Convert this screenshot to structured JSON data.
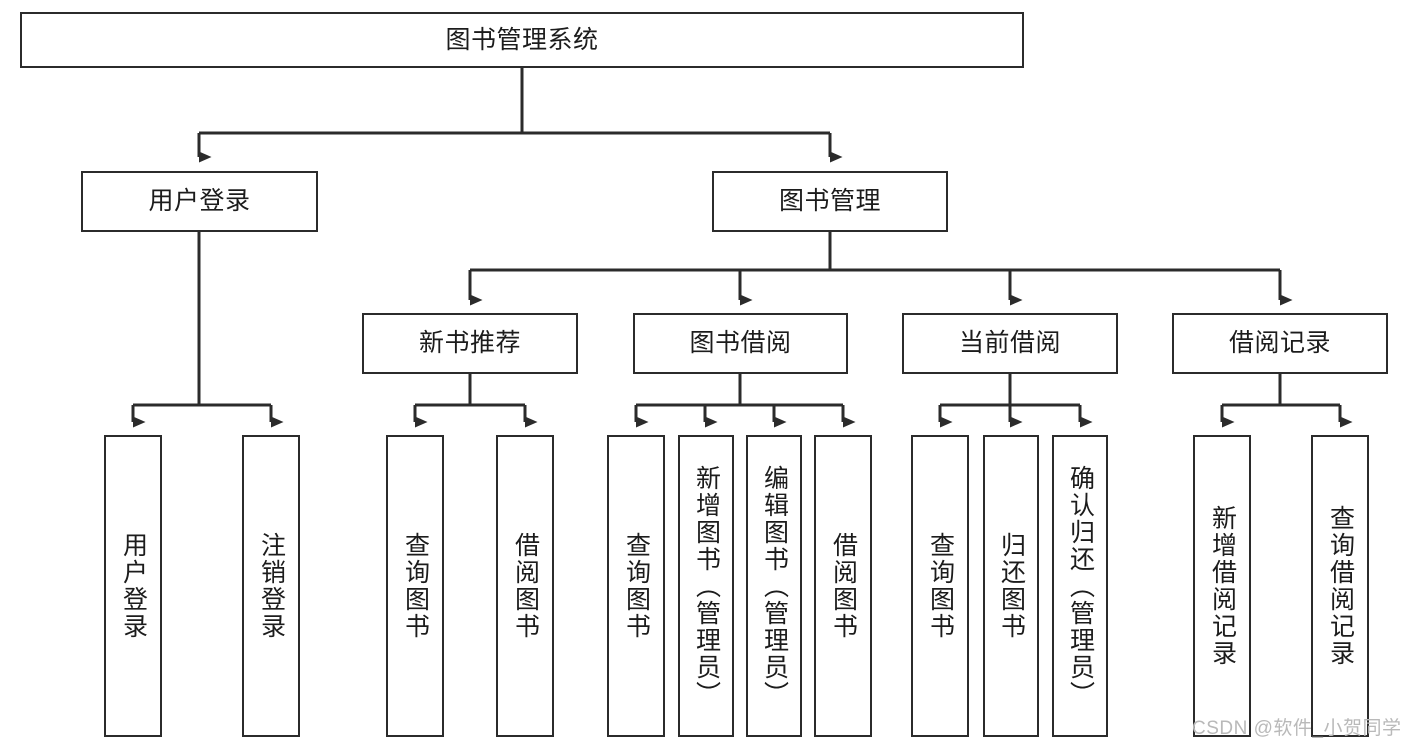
{
  "diagram": {
    "type": "tree-hierarchy",
    "title": "图书管理系统",
    "orientation": "top-down",
    "colors": {
      "box_border": "#2b2b2b",
      "box_fill": "#ffffff",
      "connector": "#2b2b2b",
      "text": "#1c1c1c",
      "watermark": "#b9b9b9"
    },
    "levels": {
      "level1": [
        "图书管理系统"
      ],
      "level2": [
        "用户登录",
        "图书管理"
      ],
      "level3": [
        "新书推荐",
        "图书借阅",
        "当前借阅",
        "借阅记录"
      ],
      "level4": [
        "用户登录",
        "注销登录",
        "查询图书",
        "借阅图书",
        "查询图书",
        "新增图书（管理员）",
        "编辑图书（管理员）",
        "借阅图书",
        "查询图书",
        "归还图书",
        "确认归还（管理员）",
        "新增借阅记录",
        "查询借阅记录"
      ]
    }
  },
  "root": {
    "label": "图书管理系统"
  },
  "level2": [
    {
      "label": "用户登录"
    },
    {
      "label": "图书管理"
    }
  ],
  "level3": [
    {
      "label": "新书推荐"
    },
    {
      "label": "图书借阅"
    },
    {
      "label": "当前借阅"
    },
    {
      "label": "借阅记录"
    }
  ],
  "leaves": [
    {
      "label": "用户登录",
      "parent": "用户登录"
    },
    {
      "label": "注销登录",
      "parent": "用户登录"
    },
    {
      "label": "查询图书",
      "parent": "新书推荐"
    },
    {
      "label": "借阅图书",
      "parent": "新书推荐"
    },
    {
      "label": "查询图书",
      "parent": "图书借阅"
    },
    {
      "label": "新增图书（管理员）",
      "parent": "图书借阅"
    },
    {
      "label": "编辑图书（管理员）",
      "parent": "图书借阅"
    },
    {
      "label": "借阅图书",
      "parent": "图书借阅"
    },
    {
      "label": "查询图书",
      "parent": "当前借阅"
    },
    {
      "label": "归还图书",
      "parent": "当前借阅"
    },
    {
      "label": "确认归还（管理员）",
      "parent": "当前借阅"
    },
    {
      "label": "新增借阅记录",
      "parent": "借阅记录"
    },
    {
      "label": "查询借阅记录",
      "parent": "借阅记录"
    }
  ],
  "watermark": {
    "text": "CSDN @软件_小贺同学"
  }
}
